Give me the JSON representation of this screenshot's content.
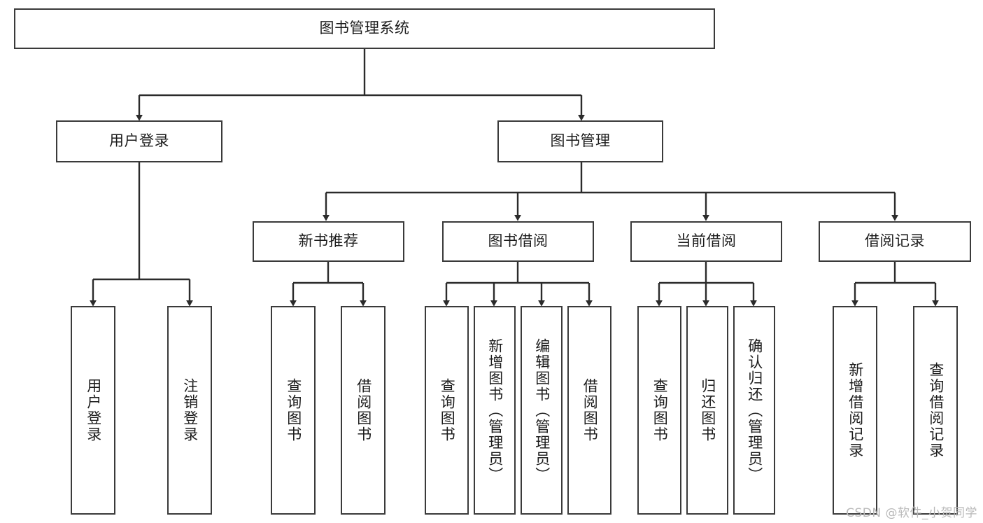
{
  "diagram": {
    "type": "tree",
    "title": "图书管理系统",
    "root": {
      "id": "root",
      "label": "图书管理系统",
      "orientation": "horizontal"
    },
    "level2": [
      {
        "id": "user-login",
        "label": "用户登录",
        "orientation": "horizontal"
      },
      {
        "id": "book-management",
        "label": "图书管理",
        "orientation": "horizontal"
      }
    ],
    "level3": [
      {
        "id": "new-book-recommend",
        "label": "新书推荐",
        "orientation": "horizontal",
        "parent": "book-management"
      },
      {
        "id": "book-borrow",
        "label": "图书借阅",
        "orientation": "horizontal",
        "parent": "book-management"
      },
      {
        "id": "current-borrow",
        "label": "当前借阅",
        "orientation": "horizontal",
        "parent": "book-management"
      },
      {
        "id": "borrow-record",
        "label": "借阅记录",
        "orientation": "horizontal",
        "parent": "book-management"
      }
    ],
    "leaves": [
      {
        "id": "leaf-user-login",
        "label": "用户登录",
        "orientation": "vertical",
        "parent": "user-login"
      },
      {
        "id": "leaf-logout-login",
        "label": "注销登录",
        "orientation": "vertical",
        "parent": "user-login"
      },
      {
        "id": "leaf-query-book-1",
        "label": "查询图书",
        "orientation": "vertical",
        "parent": "new-book-recommend"
      },
      {
        "id": "leaf-borrow-book-1",
        "label": "借阅图书",
        "orientation": "vertical",
        "parent": "new-book-recommend"
      },
      {
        "id": "leaf-query-book-2",
        "label": "查询图书",
        "orientation": "vertical",
        "parent": "book-borrow"
      },
      {
        "id": "leaf-add-book",
        "label": "新增图书（管理员）",
        "orientation": "vertical",
        "parent": "book-borrow"
      },
      {
        "id": "leaf-edit-book",
        "label": "编辑图书（管理员）",
        "orientation": "vertical",
        "parent": "book-borrow"
      },
      {
        "id": "leaf-borrow-book-2",
        "label": "借阅图书",
        "orientation": "vertical",
        "parent": "book-borrow"
      },
      {
        "id": "leaf-query-book-3",
        "label": "查询图书",
        "orientation": "vertical",
        "parent": "current-borrow"
      },
      {
        "id": "leaf-return-book",
        "label": "归还图书",
        "orientation": "vertical",
        "parent": "current-borrow"
      },
      {
        "id": "leaf-confirm-return",
        "label": "确认归还（管理员）",
        "orientation": "vertical",
        "parent": "current-borrow"
      },
      {
        "id": "leaf-add-record",
        "label": "新增借阅记录",
        "orientation": "vertical",
        "parent": "borrow-record"
      },
      {
        "id": "leaf-query-record",
        "label": "查询借阅记录",
        "orientation": "vertical",
        "parent": "borrow-record"
      }
    ]
  },
  "watermark": {
    "text": "CSDN @软件_小贺同学"
  },
  "colors": {
    "border": "#3a3a3a",
    "line": "#2b2b2b",
    "text": "#1c1c1c",
    "background": "#ffffff",
    "watermark": "#b9b9b9"
  }
}
